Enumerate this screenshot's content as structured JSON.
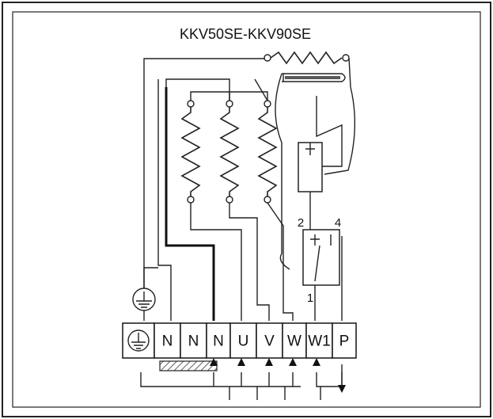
{
  "title": "KKV50SE-KKV90SE",
  "terminals": [
    {
      "label": "",
      "icon": "ground-icon"
    },
    {
      "label": "N"
    },
    {
      "label": "N"
    },
    {
      "label": "N"
    },
    {
      "label": "U"
    },
    {
      "label": "V"
    },
    {
      "label": "W"
    },
    {
      "label": "W1"
    },
    {
      "label": "P"
    }
  ],
  "thermostat_labels": {
    "contact_2": "2",
    "contact_4": "4",
    "contact_1": "1"
  },
  "colors": {
    "line": "#222222",
    "background": "#ffffff"
  }
}
